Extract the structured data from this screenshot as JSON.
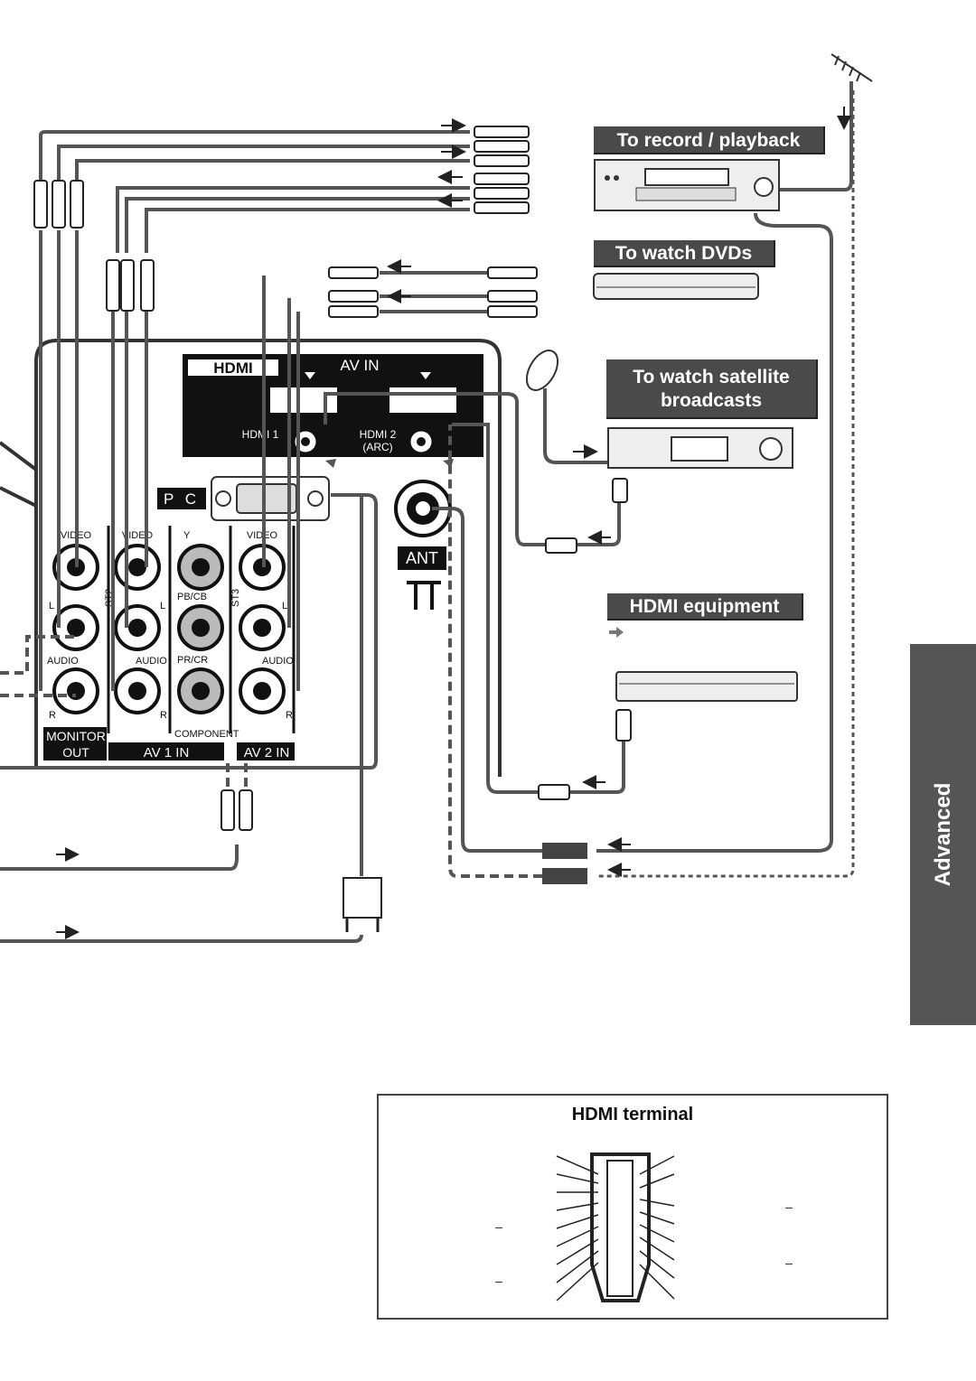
{
  "labels": {
    "record_playback": "To record / playback",
    "watch_dvds": "To watch DVDs",
    "satellite_line1": "To watch satellite",
    "satellite_line2": "broadcasts",
    "hdmi_equipment": "HDMI equipment"
  },
  "side_tab": "Advanced",
  "panel": {
    "hdmi_logo": "HDMI",
    "av_in": "AV IN",
    "hdmi1": "HDMI 1",
    "hdmi2": "HDMI 2",
    "arc": "(ARC)",
    "pc": "P C",
    "ant": "ANT",
    "video": "VIDEO",
    "l": "L",
    "r": "R",
    "audio": "AUDIO",
    "y": "Y",
    "pb_cb": "PB/CB",
    "pr_cr": "PR/CR",
    "component": "COMPONENT",
    "st2": "ST2",
    "st3": "ST3",
    "monitor": "MONITOR",
    "out": "OUT",
    "av1_in": "AV 1  IN",
    "av2_in": "AV 2 IN"
  },
  "hdmi_terminal": {
    "title": "HDMI terminal",
    "dash": "–"
  },
  "colors": {
    "label_bg": "#4a4a4a",
    "tab_bg": "#555555",
    "cable": "#555555"
  }
}
